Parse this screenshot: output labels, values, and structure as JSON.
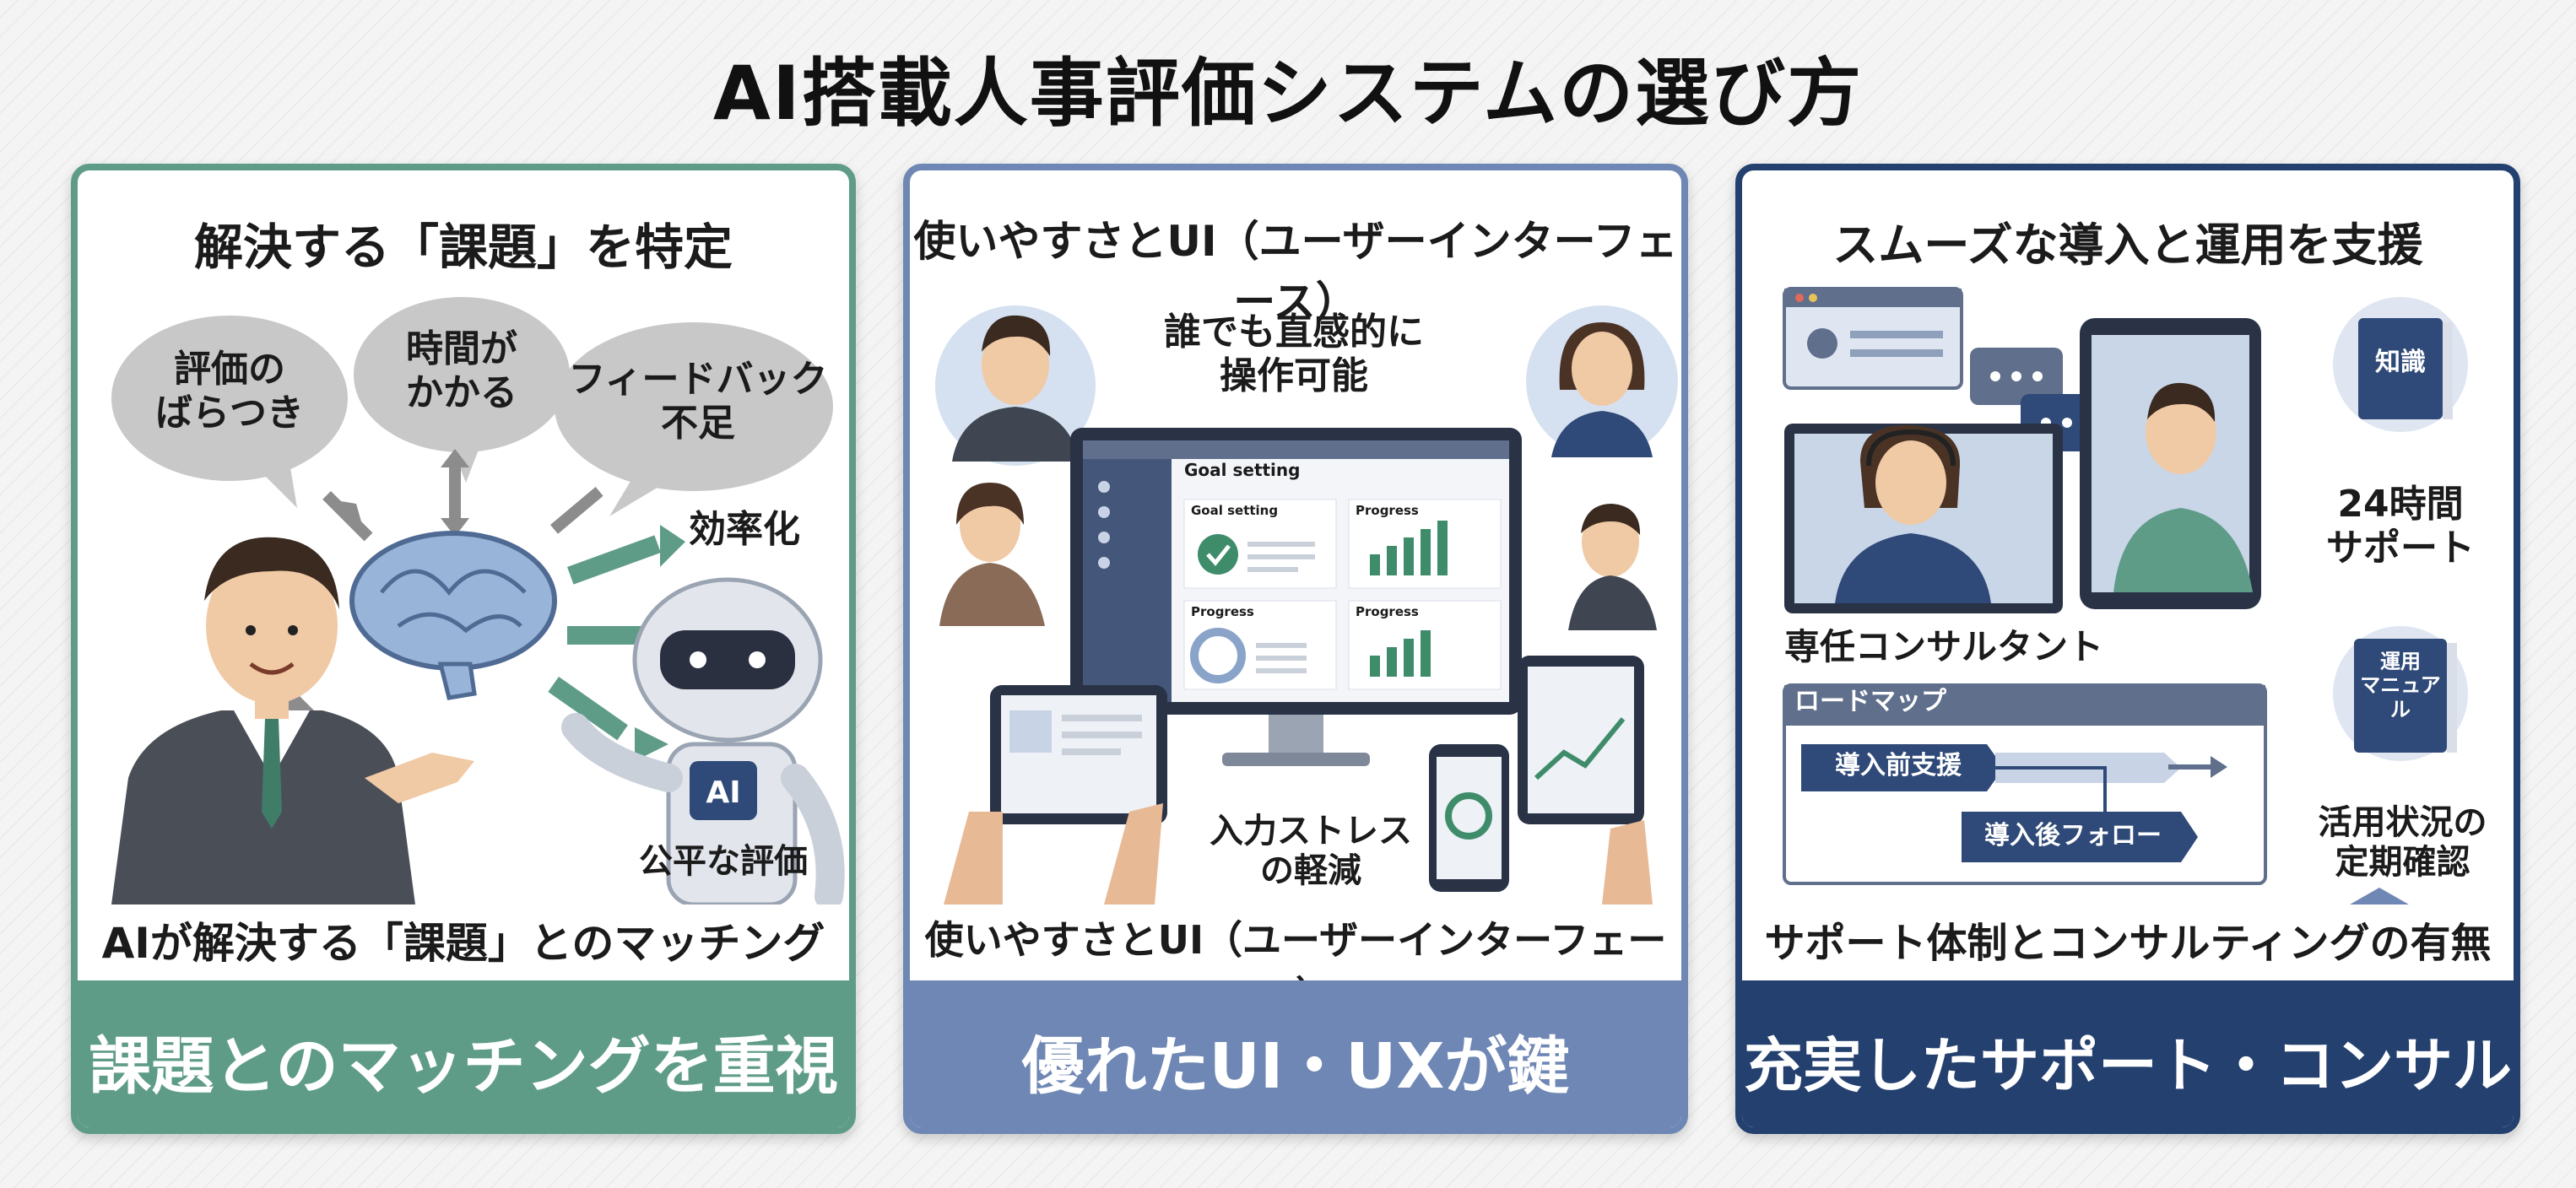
{
  "title": "AI搭載人事評価システムの選び方",
  "cards": [
    {
      "heading": "解決する「課題」を特定",
      "bubbles": [
        "評価の\nばらつき",
        "時間が\nかかる",
        "フィードバック\n不足"
      ],
      "labels": {
        "efficiency": "効率化",
        "fair": "公平な評価",
        "robot_badge": "AI"
      },
      "subtitle": "AIが解決する「課題」とのマッチング",
      "footer": "課題とのマッチングを重視"
    },
    {
      "heading": "使いやすさとUI（ユーザーインターフェース）",
      "callout_top": "誰でも直感的に\n操作可能",
      "screen": {
        "title": "Goal setting",
        "tiles": [
          "Goal setting",
          "Progress",
          "Progress",
          "Progress"
        ]
      },
      "callout_bottom": "入力ストレス\nの軽減",
      "subtitle": "使いやすさとUI（ユーザーインターフェース）",
      "footer": "優れたUI・UXが鍵"
    },
    {
      "heading": "スムーズな導入と運用を支援",
      "consultant_label": "専任コンサルタント",
      "book_knowledge": "知識",
      "support_label": "24時間\nサポート",
      "roadmap": {
        "title": "ロードマップ",
        "step1": "導入前支援",
        "step2": "導入後フォロー"
      },
      "manual_book": "運用\nマニュアル",
      "review_label": "活用状況の\n定期確認",
      "subtitle": "サポート体制とコンサルティングの有無",
      "footer": "充実したサポート・コンサル"
    }
  ],
  "colors": {
    "green": "#5f9c88",
    "blue": "#6f87b4",
    "navy": "#24406f"
  }
}
